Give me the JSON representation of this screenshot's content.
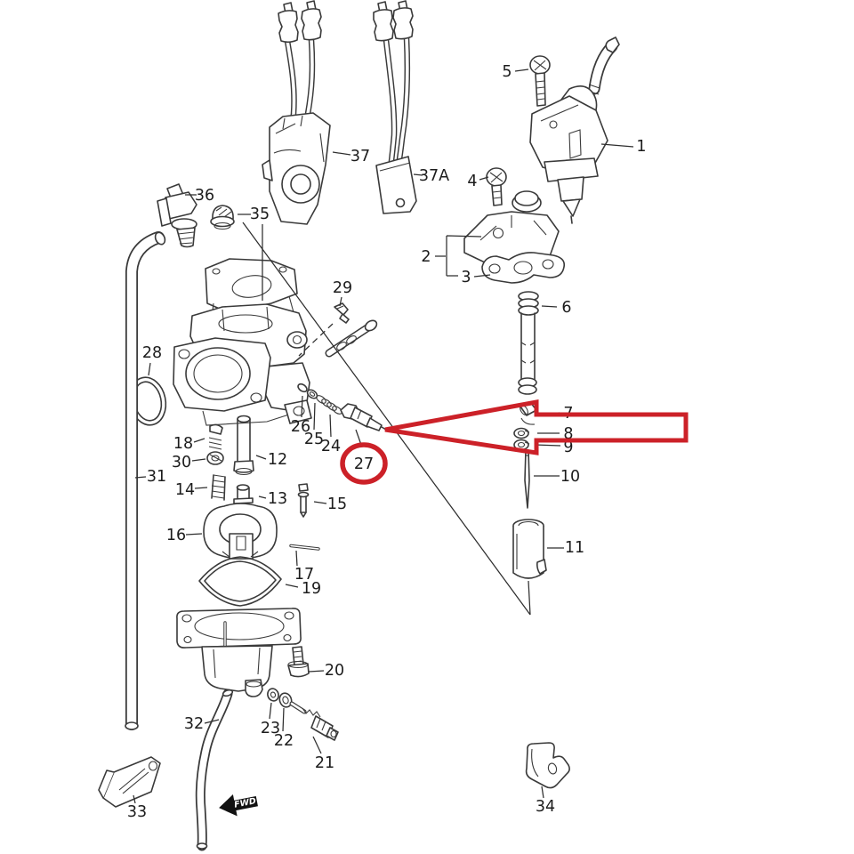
{
  "diagram": {
    "kind": "exploded-parts-diagram",
    "subject": "Carburetor assembly parts fiche (line art)",
    "orientation_marker": "FWD"
  },
  "colors": {
    "bg": "#ffffff",
    "line": "#3a3a3a",
    "label": "#1c1c1c",
    "highlight": "#cc2128",
    "fwd_bg": "#121212",
    "fwd_text": "#ffffff"
  },
  "fwd_marker": {
    "text": "FWD"
  },
  "highlight": {
    "shape": "red circle around label 27 and red arrow callout box pointing at part 27",
    "circled_label": "27"
  },
  "labels": {
    "1": "1",
    "2": "2",
    "3": "3",
    "4": "4",
    "5": "5",
    "6": "6",
    "7": "7",
    "8": "8",
    "9": "9",
    "10": "10",
    "11": "11",
    "12": "12",
    "13": "13",
    "14": "14",
    "15": "15",
    "16": "16",
    "17": "17",
    "18": "18",
    "19": "19",
    "20": "20",
    "21": "21",
    "22": "22",
    "23": "23",
    "24": "24",
    "25": "25",
    "26": "26",
    "27": "27",
    "28": "28",
    "29": "29",
    "30": "30",
    "31": "31",
    "32": "32",
    "33": "33",
    "34": "34",
    "35": "35",
    "36": "36",
    "37": "37",
    "37A": "37A"
  }
}
